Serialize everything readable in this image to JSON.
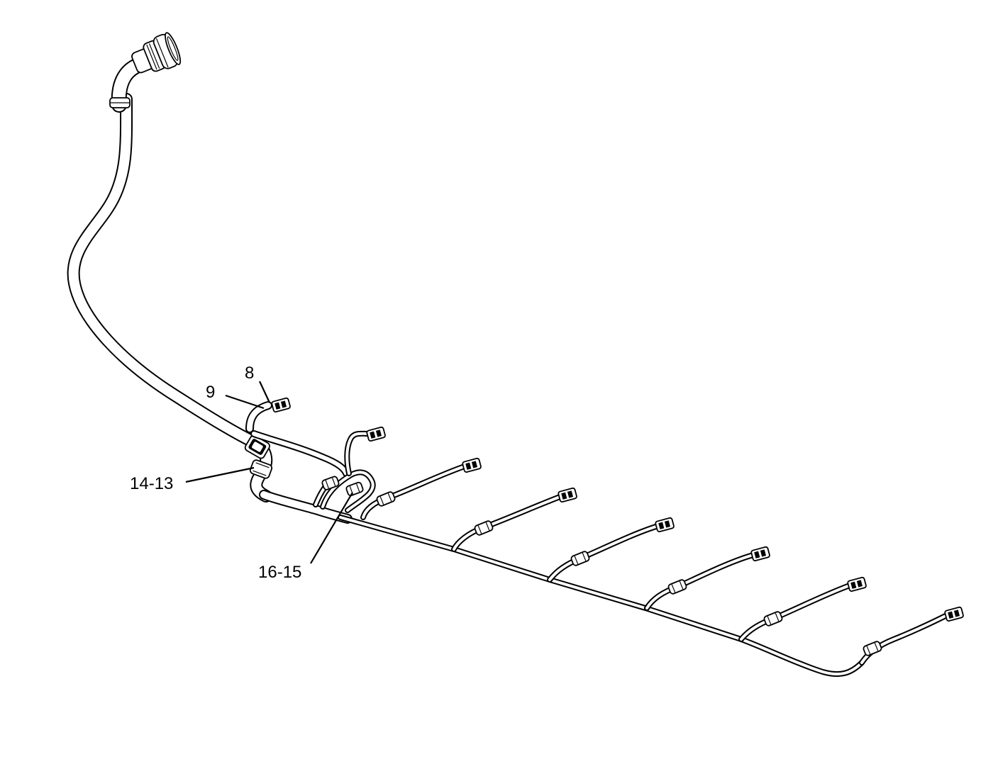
{
  "diagram": {
    "subject": "wiring-harness",
    "colors": {
      "line": "#000000",
      "background": "#ffffff"
    },
    "callouts": [
      {
        "id": "callout-8",
        "label": "8"
      },
      {
        "id": "callout-9",
        "label": "9"
      },
      {
        "id": "callout-14-13",
        "label": "14-13"
      },
      {
        "id": "callout-16-15",
        "label": "16-15"
      }
    ],
    "connector_count": 13
  }
}
